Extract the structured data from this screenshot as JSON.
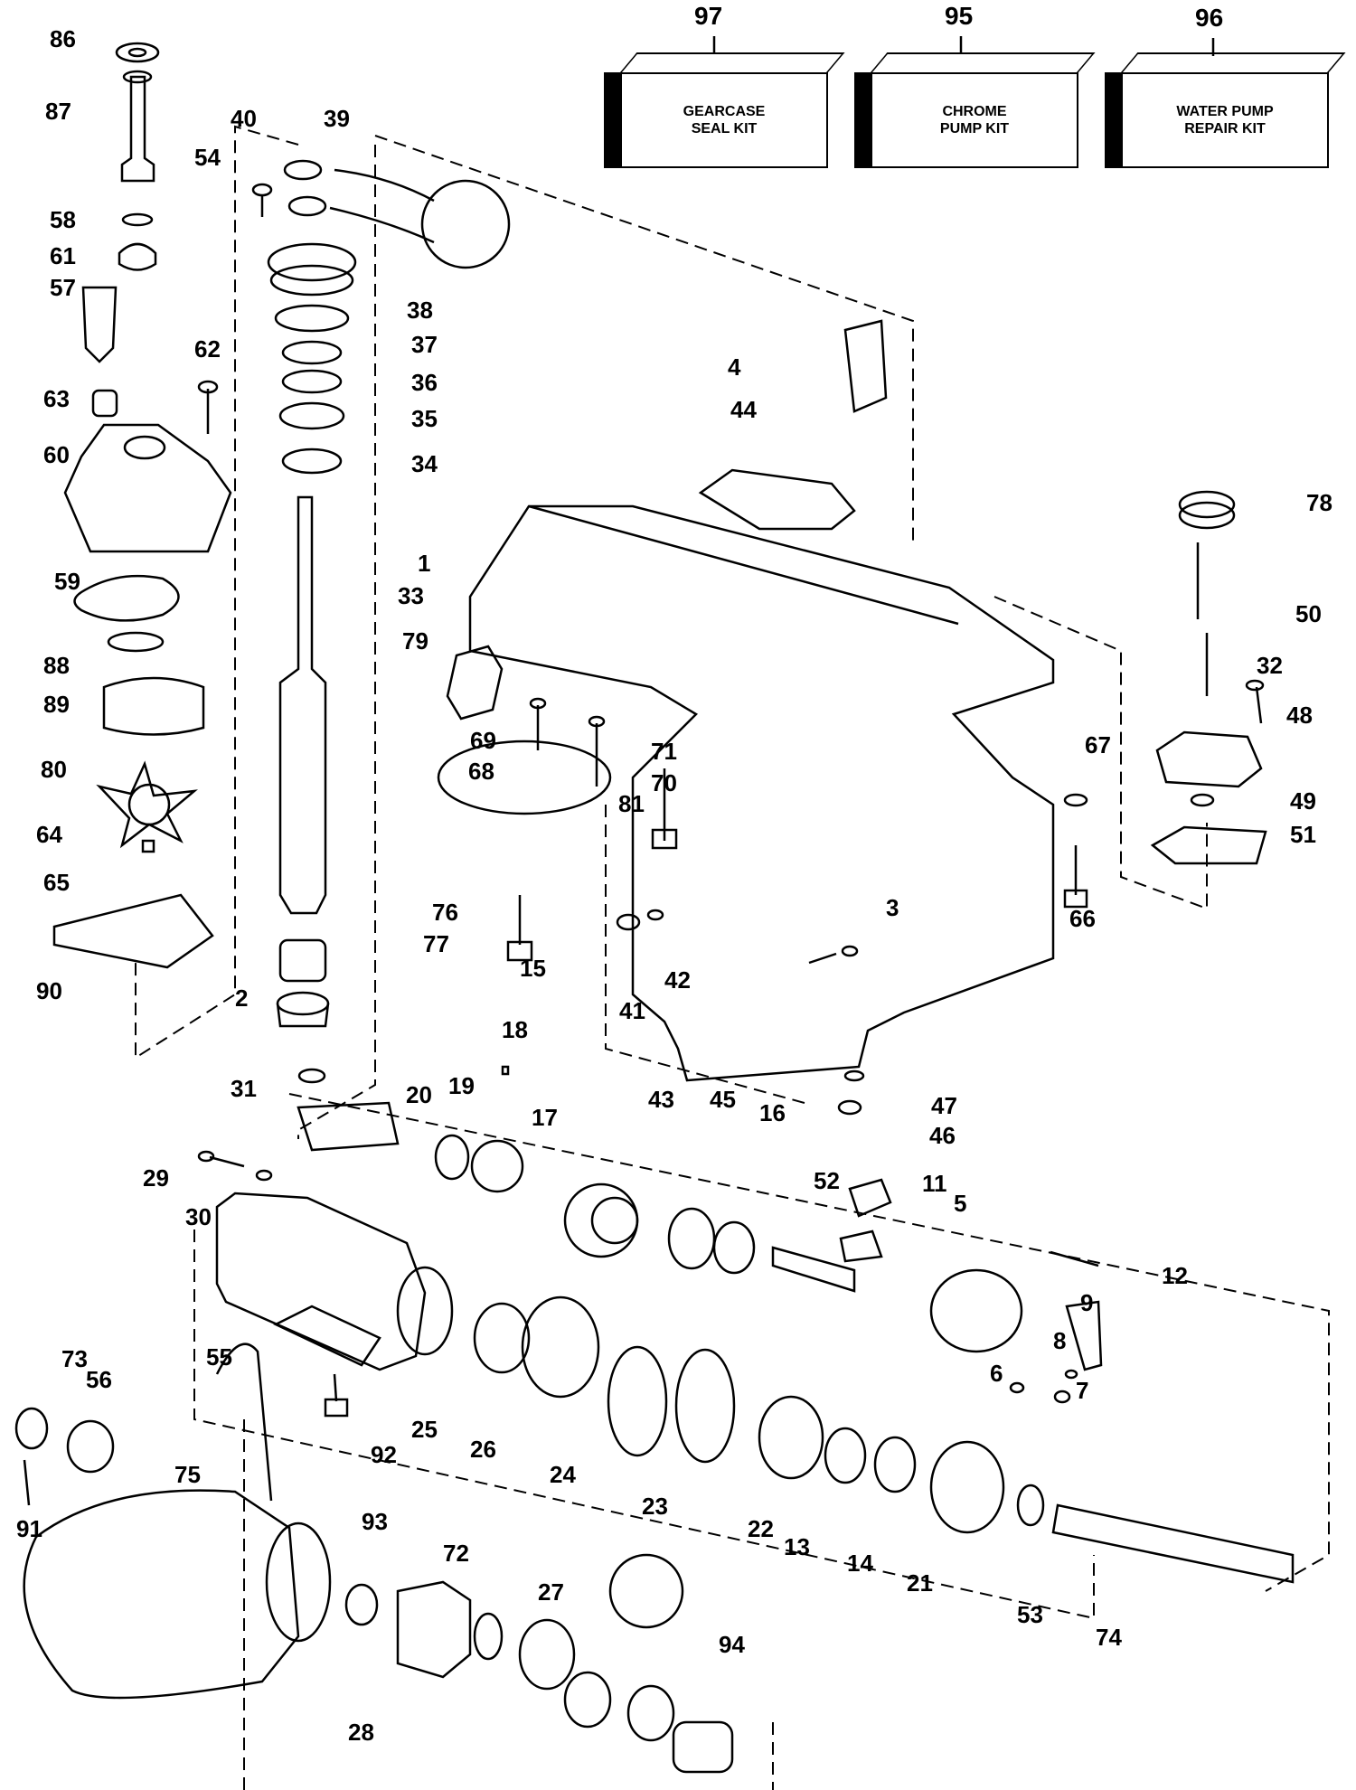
{
  "kits": [
    {
      "number": "97",
      "label": "GEARCASE\nSEAL KIT"
    },
    {
      "number": "95",
      "label": "CHROME\nPUMP KIT"
    },
    {
      "number": "96",
      "label": "WATER PUMP\nREPAIR KIT"
    }
  ],
  "part_numbers": [
    "86",
    "87",
    "40",
    "39",
    "54",
    "58",
    "61",
    "57",
    "38",
    "37",
    "36",
    "35",
    "34",
    "62",
    "63",
    "60",
    "59",
    "33",
    "88",
    "89",
    "80",
    "64",
    "65",
    "90",
    "2",
    "15",
    "31",
    "4",
    "44",
    "1",
    "79",
    "69",
    "68",
    "71",
    "70",
    "81",
    "76",
    "77",
    "3",
    "41",
    "42",
    "78",
    "50",
    "32",
    "48",
    "67",
    "49",
    "51",
    "66",
    "20",
    "19",
    "18",
    "17",
    "43",
    "45",
    "16",
    "52",
    "11",
    "47",
    "46",
    "29",
    "30",
    "5",
    "12",
    "9",
    "8",
    "6",
    "7",
    "55",
    "25",
    "26",
    "24",
    "23",
    "22",
    "13",
    "14",
    "21",
    "53",
    "74",
    "73",
    "56",
    "92",
    "75",
    "91",
    "93",
    "72",
    "27",
    "94",
    "28"
  ]
}
